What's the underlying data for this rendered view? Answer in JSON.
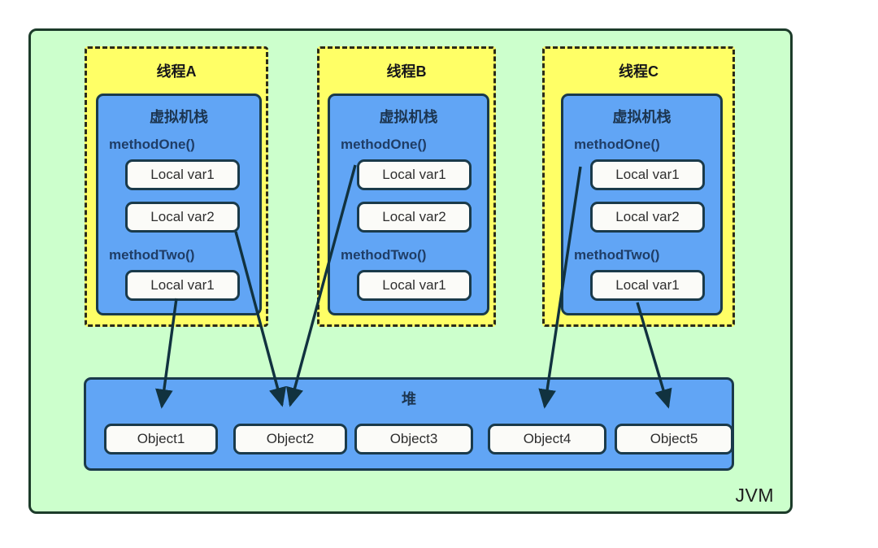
{
  "diagram": {
    "outer": {
      "label": "JVM",
      "fill": "#ccffcc",
      "stroke": "#1c3b2a"
    },
    "threads": [
      {
        "id": "thread-a",
        "title": "线程A",
        "stack_title": "虚拟机栈",
        "methods": [
          {
            "name": "methodOne()",
            "vars": [
              "Local var1",
              "Local var2"
            ]
          },
          {
            "name": "methodTwo()",
            "vars": [
              "Local var1"
            ]
          }
        ]
      },
      {
        "id": "thread-b",
        "title": "线程B",
        "stack_title": "虚拟机栈",
        "methods": [
          {
            "name": "methodOne()",
            "vars": [
              "Local var1",
              "Local var2"
            ]
          },
          {
            "name": "methodTwo()",
            "vars": [
              "Local var1"
            ]
          }
        ]
      },
      {
        "id": "thread-c",
        "title": "线程C",
        "stack_title": "虚拟机栈",
        "methods": [
          {
            "name": "methodOne()",
            "vars": [
              "Local var1",
              "Local var2"
            ]
          },
          {
            "name": "methodTwo()",
            "vars": [
              "Local var1"
            ]
          }
        ]
      }
    ],
    "heap": {
      "title": "堆",
      "objects": [
        "Object1",
        "Object2",
        "Object3",
        "Object4",
        "Object5"
      ]
    },
    "references": [
      {
        "from": "thread-a.methodTwo.Local var1",
        "to": "Object1"
      },
      {
        "from": "thread-a.methodOne.Local var2",
        "to": "Object2"
      },
      {
        "from": "thread-b.methodOne.Local var1",
        "to": "Object2"
      },
      {
        "from": "thread-c.methodOne.Local var1",
        "to": "Object4"
      },
      {
        "from": "thread-c.methodTwo.Local var1",
        "to": "Object5"
      }
    ],
    "colors": {
      "background": "#ffffff",
      "jvm_fill": "#ccffcc",
      "thread_fill": "#ffff66",
      "stack_fill": "#61a5f5",
      "box_fill": "#fbfbf8",
      "border_dark": "#1a3a4a",
      "arrow": "#11323f"
    }
  }
}
